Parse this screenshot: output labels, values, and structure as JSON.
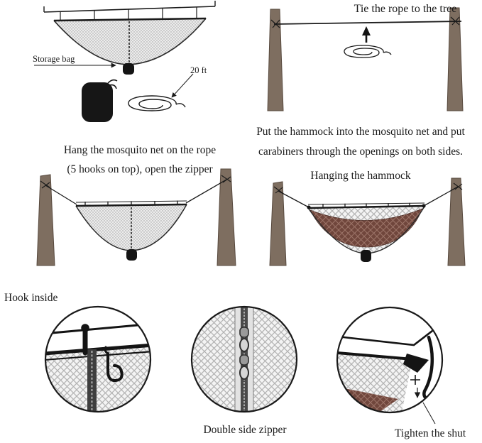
{
  "colors": {
    "ink": "#1a1a1a",
    "tree": "#7e6e60",
    "hammock": "#70463c",
    "net_mesh": "#b4b4b4"
  },
  "step1": {
    "storage_bag_label": "Storage bag",
    "rope_length_label": "20 ft"
  },
  "step2": {
    "caption": "Tie the rope to the tree"
  },
  "step3": {
    "caption_line1": "Hang the mosquito net on the rope",
    "caption_line2": "(5 hooks on top), open the zipper"
  },
  "step4": {
    "caption_line1": "Put the hammock into the mosquito net and put",
    "caption_line2": "carabiners through the openings on both sides.",
    "caption_line3": "Hanging the hammock"
  },
  "details": {
    "hook_inside_label": "Hook inside",
    "double_side_zipper_label": "Double side zipper",
    "tighten_the_shut_label": "Tighten the shut"
  }
}
